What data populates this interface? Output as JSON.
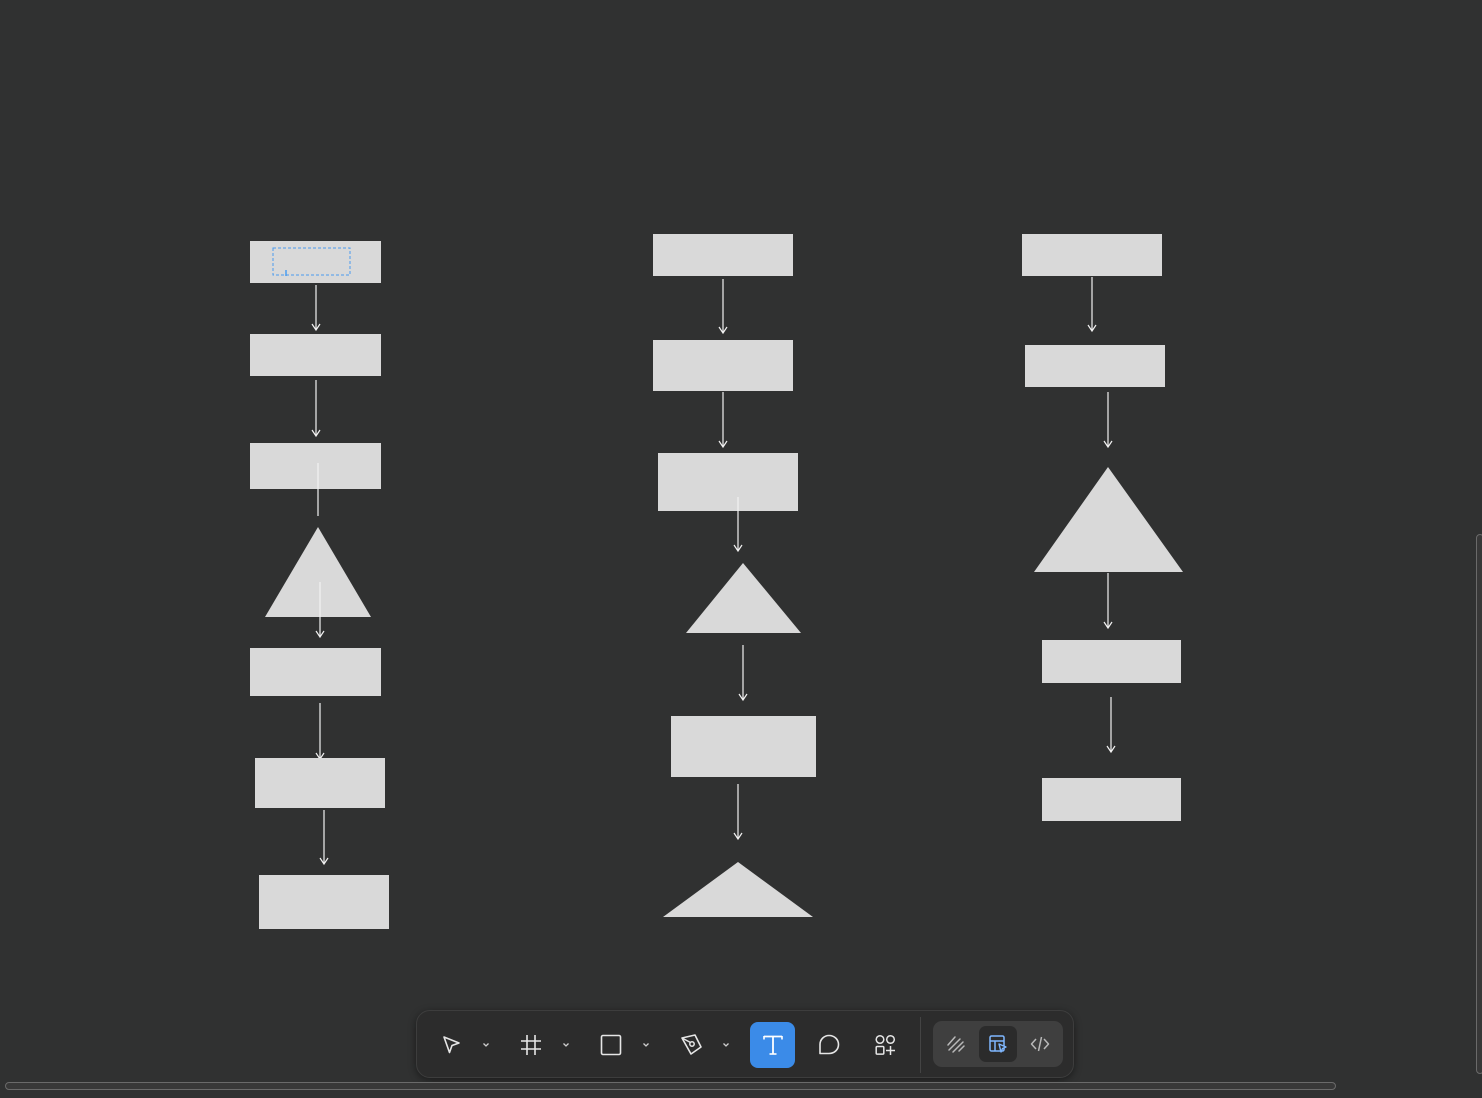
{
  "canvas": {
    "background": "#303131",
    "shape_fill": "#d9d9d9",
    "connector_color": "#f2f2f2",
    "selection_color": "#4a9cf0",
    "columns": [
      {
        "name": "flow-left",
        "shapes": [
          "rectangle",
          "rectangle",
          "rectangle",
          "triangle",
          "rectangle",
          "rectangle",
          "rectangle"
        ]
      },
      {
        "name": "flow-middle",
        "shapes": [
          "rectangle",
          "rectangle",
          "rectangle",
          "triangle",
          "rectangle",
          "triangle"
        ]
      },
      {
        "name": "flow-right",
        "shapes": [
          "rectangle",
          "rectangle",
          "triangle",
          "rectangle",
          "rectangle"
        ]
      }
    ]
  },
  "toolbar": {
    "accent_color": "#3b8be8",
    "active_tool": "text",
    "tools": [
      {
        "name": "move",
        "icon": "cursor-arrow-icon",
        "has_menu": true
      },
      {
        "name": "frame",
        "icon": "frame-hash-icon",
        "has_menu": true
      },
      {
        "name": "rectangle",
        "icon": "square-icon",
        "has_menu": true
      },
      {
        "name": "pen",
        "icon": "pen-nib-icon",
        "has_menu": true
      },
      {
        "name": "text",
        "icon": "text-t-icon",
        "has_menu": false
      },
      {
        "name": "comment",
        "icon": "comment-bubble-icon",
        "has_menu": false
      },
      {
        "name": "actions",
        "icon": "shapes-plus-icon",
        "has_menu": false
      }
    ],
    "modes": [
      {
        "name": "draw",
        "icon": "draw-squiggle-icon",
        "active": false
      },
      {
        "name": "design",
        "icon": "design-layout-icon",
        "active": true
      },
      {
        "name": "dev-mode",
        "icon": "code-brackets-icon",
        "active": false
      }
    ]
  }
}
